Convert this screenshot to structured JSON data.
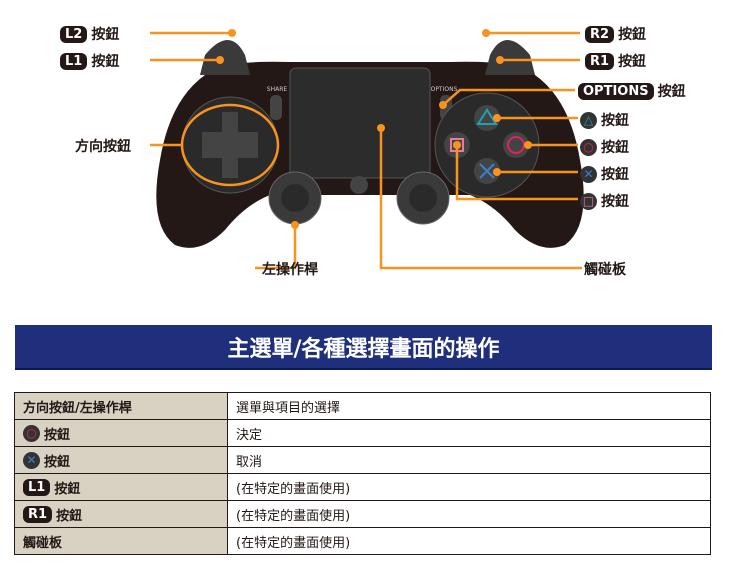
{
  "diagram": {
    "labels": {
      "l2": {
        "badge": "L2",
        "text": "按鈕"
      },
      "l1": {
        "badge": "L1",
        "text": "按鈕"
      },
      "dpad": "方向按鈕",
      "left_stick": "左操作桿",
      "touchpad": "觸碰板",
      "r2": {
        "badge": "R2",
        "text": "按鈕"
      },
      "r1": {
        "badge": "R1",
        "text": "按鈕"
      },
      "options": {
        "badge": "OPTIONS",
        "text": "按鈕"
      },
      "triangle": "按鈕",
      "circle": "按鈕",
      "cross": "按鈕",
      "square": "按鈕"
    },
    "controller_text": {
      "share": "SHARE",
      "options": "OPTIONS"
    },
    "colors": {
      "leader": "#f7931e",
      "triangle": "#1fa2b0",
      "circle": "#e0245e",
      "cross": "#3a7fd0",
      "square": "#e87aa0"
    }
  },
  "section": {
    "title": "主選單/各種選擇畫面的操作"
  },
  "table": {
    "rows": [
      {
        "key": "方向按鈕/左操作桿",
        "value": "選單與項目的選擇"
      },
      {
        "key": "按鈕",
        "value": "決定"
      },
      {
        "key": "按鈕",
        "value": "取消"
      },
      {
        "key": "按鈕",
        "badge": "L1",
        "value": "(在特定的畫面使用)"
      },
      {
        "key": "按鈕",
        "badge": "R1",
        "value": "(在特定的畫面使用)"
      },
      {
        "key": "觸碰板",
        "value": "(在特定的畫面使用)"
      }
    ]
  }
}
